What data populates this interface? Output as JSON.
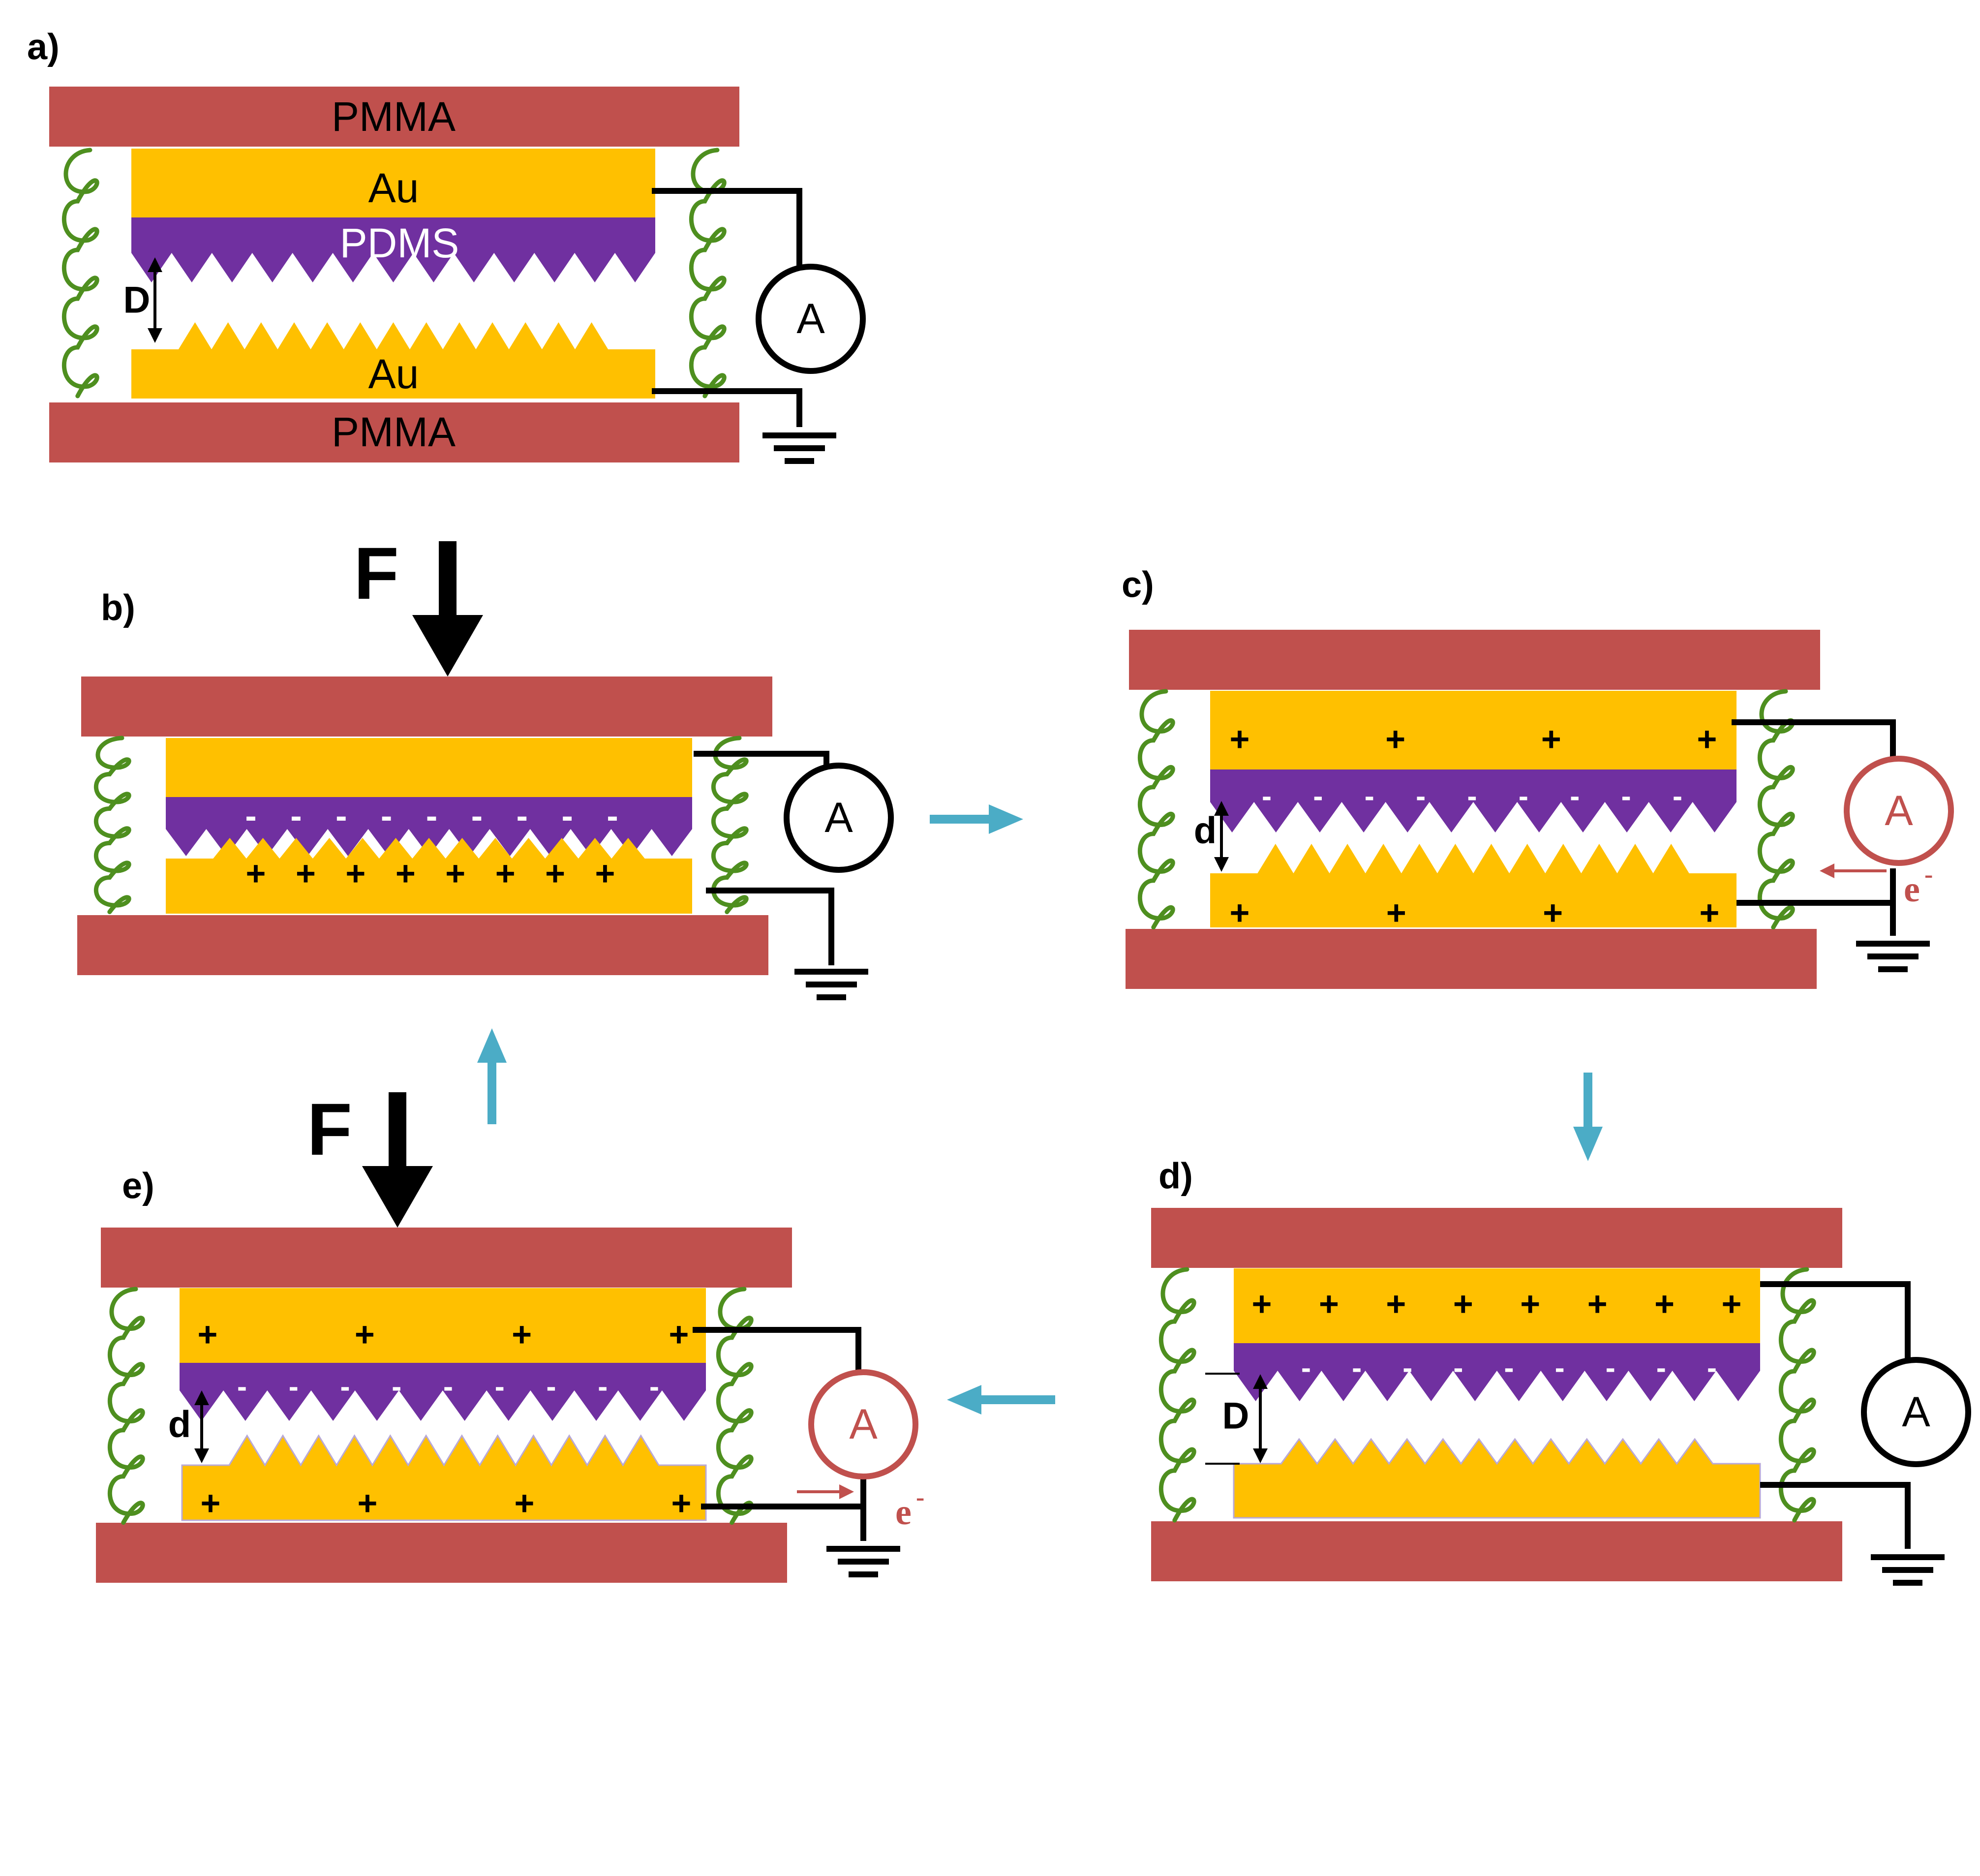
{
  "colors": {
    "pmma": "#C0504D",
    "gold": "#FFC000",
    "pdms": "#7030A0",
    "spring": "#4E8F1F",
    "wire": "#000000",
    "ammeter_idle": "#000000",
    "ammeter_active": "#C0504D",
    "flow_arrow": "#4BACC6",
    "electron": "#C0504D"
  },
  "panels": [
    {
      "id": "a",
      "label": "a)",
      "top_layer_label": "PMMA",
      "top_electrode_label": "Au",
      "dielectric_label": "PDMS",
      "bottom_electrode_label": "Au",
      "bottom_layer_label": "PMMA",
      "gap_label": "D",
      "ammeter_label": "A"
    },
    {
      "id": "b",
      "label": "b)",
      "force_label": "F",
      "ammeter_label": "A",
      "dielectric_charges": [
        "-",
        "-",
        "-",
        "-",
        "-",
        "-",
        "-",
        "-",
        "-"
      ],
      "electrode_charges": [
        "+",
        "+",
        "+",
        "+",
        "+",
        "+",
        "+",
        "+"
      ]
    },
    {
      "id": "c",
      "label": "c)",
      "gap_label": "d",
      "ammeter_label": "A",
      "electron_label": "e",
      "electron_sup": "-",
      "top_charges": [
        "+",
        "+",
        "+",
        "+"
      ],
      "dielectric_charges": [
        "-",
        "-",
        "-",
        "-",
        "-",
        "-",
        "-",
        "-",
        "-"
      ],
      "bottom_charges": [
        "+",
        "+",
        "+",
        "+"
      ]
    },
    {
      "id": "d",
      "label": "d)",
      "gap_label": "D",
      "ammeter_label": "A",
      "top_charges": [
        "+",
        "+",
        "+",
        "+",
        "+",
        "+",
        "+",
        "+"
      ],
      "dielectric_charges": [
        "-",
        "-",
        "-",
        "-",
        "-",
        "-",
        "-",
        "-",
        "-"
      ]
    },
    {
      "id": "e",
      "label": "e)",
      "force_label": "F",
      "gap_label": "d",
      "ammeter_label": "A",
      "electron_label": "e",
      "electron_sup": "-",
      "top_charges": [
        "+",
        "+",
        "+",
        "+"
      ],
      "dielectric_charges": [
        "-",
        "-",
        "-",
        "-",
        "-",
        "-",
        "-",
        "-",
        "-"
      ],
      "bottom_charges": [
        "+",
        "+",
        "+",
        "+"
      ]
    }
  ],
  "cycle_arrows": [
    "b-to-c",
    "c-to-d",
    "d-to-e",
    "e-to-b"
  ]
}
